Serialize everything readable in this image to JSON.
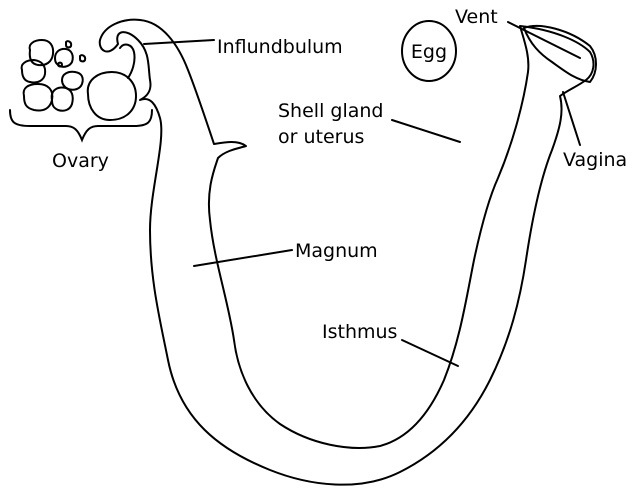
{
  "labels": {
    "infundibulum": "Influndbulum",
    "ovary": "Ovary",
    "egg": "Egg",
    "vent": "Vent",
    "shell_gland_line1": "Shell gland",
    "shell_gland_line2": "or uterus",
    "vagina": "Vagina",
    "magnum": "Magnum",
    "isthmus": "Isthmus"
  },
  "colors": {
    "stroke": "#000000",
    "background": "#ffffff"
  }
}
